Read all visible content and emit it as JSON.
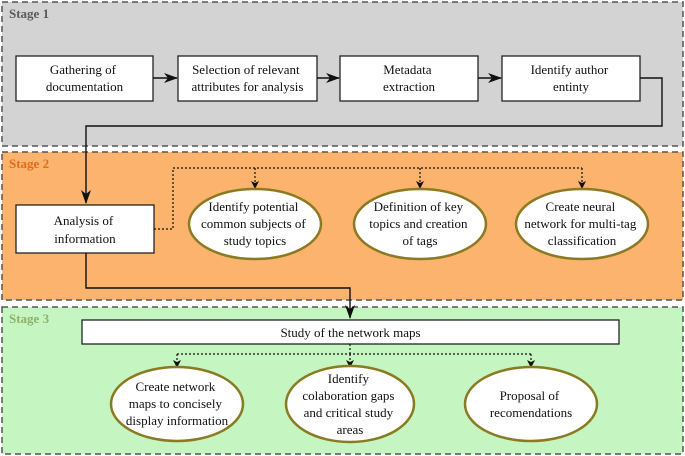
{
  "colors": {
    "stage1_fill": "#d3d3d3",
    "stage2_fill": "#fbb36d",
    "stage3_fill": "#c5f5c0",
    "stage1_title": "#5a5a5a",
    "stage2_title": "#e06d1b",
    "stage3_title": "#8fb06a",
    "ellipse_stroke": "#8a7a22",
    "box_stroke": "#222222",
    "arrow": "#111111"
  },
  "stages": {
    "stage1": {
      "title": "Stage 1",
      "boxes": [
        {
          "id": "gathering",
          "lines": [
            "Gathering of",
            "documentation"
          ]
        },
        {
          "id": "selection",
          "lines": [
            "Selection of relevant",
            "attributes for  analysis"
          ]
        },
        {
          "id": "metadata",
          "lines": [
            "Metadata",
            "extraction"
          ]
        },
        {
          "id": "author",
          "lines": [
            "Identify author",
            "entinty"
          ]
        }
      ]
    },
    "stage2": {
      "title": "Stage 2",
      "box": {
        "id": "analysis",
        "lines": [
          "Analysis of",
          "information"
        ]
      },
      "ellipses": [
        {
          "id": "common-subjects",
          "lines": [
            "Identify potential",
            "common subjects of",
            "study topics"
          ]
        },
        {
          "id": "key-topics",
          "lines": [
            "Definition of key",
            "topics and creation",
            "of tags"
          ]
        },
        {
          "id": "neural-network",
          "lines": [
            "Create neural",
            "network for multi-tag",
            "classification"
          ]
        }
      ]
    },
    "stage3": {
      "title": "Stage 3",
      "box": {
        "id": "study-maps",
        "lines": [
          "Study of the network maps"
        ]
      },
      "ellipses": [
        {
          "id": "network-maps",
          "lines": [
            "Create network",
            "maps to concisely",
            "display information"
          ]
        },
        {
          "id": "collaboration-gaps",
          "lines": [
            "Identify",
            "colaboration gaps",
            "and critical study",
            "areas"
          ]
        },
        {
          "id": "recommendations",
          "lines": [
            "Proposal of",
            "recomendations"
          ]
        }
      ]
    }
  }
}
